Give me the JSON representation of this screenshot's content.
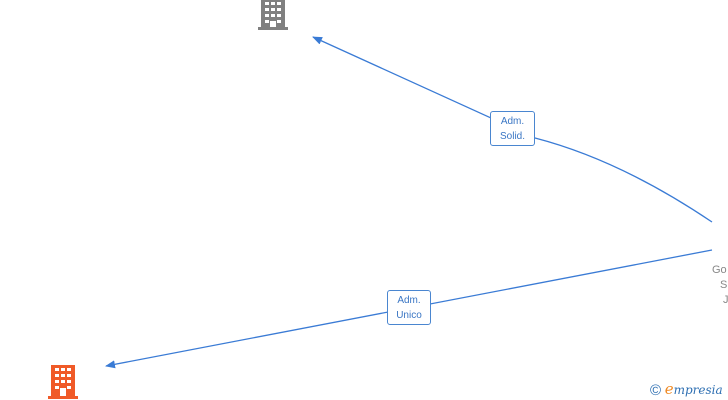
{
  "diagram": {
    "nodes": [
      {
        "id": "company-top",
        "type": "company",
        "color": "#808080",
        "name_lines": []
      },
      {
        "id": "company-bottom",
        "type": "company",
        "color": "#f05a28",
        "name_lines": []
      },
      {
        "id": "person-right",
        "type": "person",
        "name_lines": [
          "Go",
          "S",
          "J"
        ]
      }
    ],
    "edges": [
      {
        "from": "person-right",
        "to": "company-top",
        "label_lines": [
          "Adm.",
          "Solid."
        ]
      },
      {
        "from": "person-right",
        "to": "company-bottom",
        "label_lines": [
          "Adm.",
          "Unico"
        ]
      }
    ],
    "line_color": "#3a7bd5"
  },
  "footer": {
    "copyright_symbol": "©",
    "brand_first": "e",
    "brand_rest": "mpresia"
  }
}
